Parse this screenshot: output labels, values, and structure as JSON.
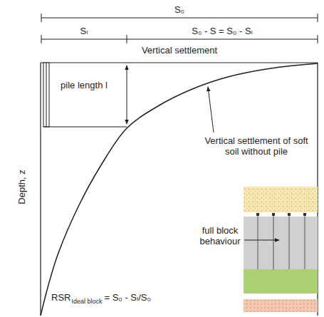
{
  "diagram": {
    "labels": [
      "S₀",
      "Sₗ",
      "S₀ - S = S₀ - Sₗ",
      "Vertical settlement",
      "Depth, z",
      "pile length l",
      "Vertical settlement of soft soil without pile",
      "full block behaviour",
      "RSR",
      "Ideal block",
      "= S₀ - Sₗ/S₀"
    ]
  }
}
